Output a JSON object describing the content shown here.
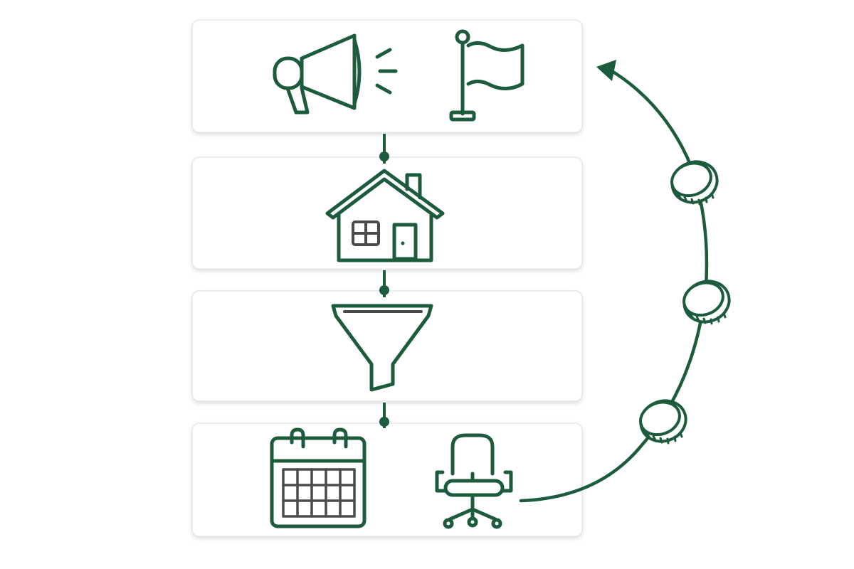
{
  "diagram": {
    "colors": {
      "accent": "#1d5b3d",
      "accent_light": "#ffffff",
      "grid_stroke": "#4a4a4a",
      "card_border": "#e3e3e3",
      "card_shadow": "#cfcfcf"
    },
    "stages": [
      {
        "id": "stage-1",
        "icons": [
          "megaphone-icon",
          "flag-icon"
        ]
      },
      {
        "id": "stage-2",
        "icons": [
          "house-icon"
        ]
      },
      {
        "id": "stage-3",
        "icons": [
          "funnel-icon"
        ]
      },
      {
        "id": "stage-4",
        "icons": [
          "calendar-icon",
          "office-chair-icon"
        ]
      }
    ],
    "connectors": [
      "stage-1-to-2",
      "stage-2-to-3",
      "stage-3-to-4"
    ],
    "loop": {
      "from": "stage-4",
      "to": "stage-1",
      "markers": [
        "coin-icon",
        "coin-icon",
        "coin-icon"
      ]
    }
  }
}
